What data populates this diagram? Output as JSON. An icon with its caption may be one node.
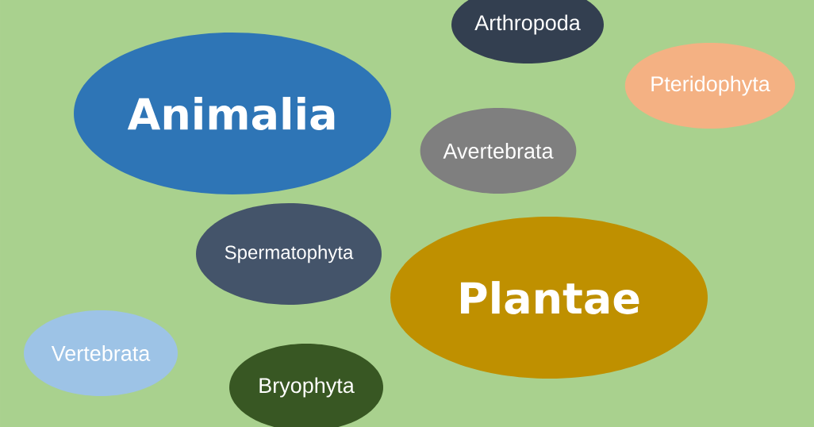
{
  "diagram": {
    "nodes": [
      {
        "text": [
          "Arthropoda"
        ]
      },
      {
        "text": [
          "Pteridophyta"
        ]
      },
      {
        "text": [
          "Animalia"
        ]
      },
      {
        "text": [
          "Avertebrata"
        ]
      },
      {
        "text": [
          "Spermatophyta"
        ]
      },
      {
        "text": [
          "Plantae"
        ]
      },
      {
        "text": [
          "Vertebrata"
        ]
      },
      {
        "text": [
          "Bryophyta"
        ]
      }
    ]
  }
}
